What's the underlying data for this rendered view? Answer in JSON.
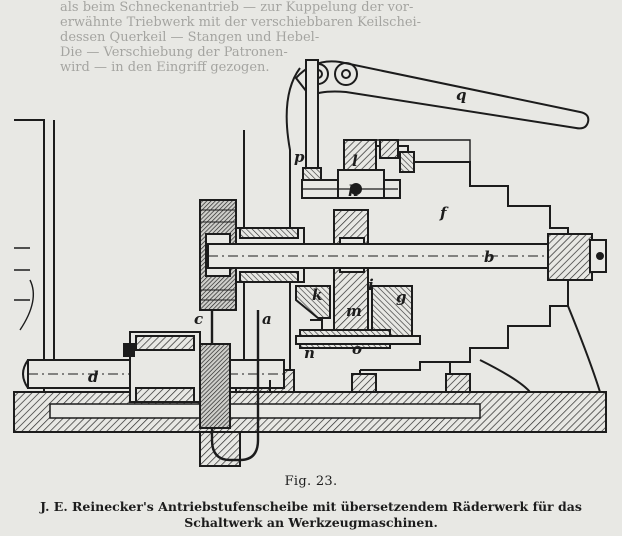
{
  "page": {
    "background": "#e8e8e4",
    "ink": "#1c1c1c",
    "bleed_ink": "#6d6d6a"
  },
  "bleed_through": [
    "als beim Schneckenantrieb — zur Kuppelung der vor-",
    "erwähnte Triebwerk mit der verschiebbaren Keilschei-",
    "dessen Querkeil — Stangen und Hebel-",
    "Die — Verschiebung der Patronen-",
    "wird — in den Eingriff gezogen."
  ],
  "diagram": {
    "labels": {
      "a": "a",
      "b": "b",
      "c": "c",
      "d": "d",
      "f": "f",
      "g": "g",
      "h": "h",
      "i": "i",
      "k": "k",
      "l": "l",
      "m": "m",
      "n": "n",
      "o": "o",
      "p": "p",
      "q": "q"
    }
  },
  "figure": {
    "label": "Fig. 23.",
    "caption_line1": "J. E. Reinecker's Antriebstufenscheibe mit übersetzendem Räderwerk für das",
    "caption_line2": "Schaltwerk an Werkzeugmaschinen."
  }
}
